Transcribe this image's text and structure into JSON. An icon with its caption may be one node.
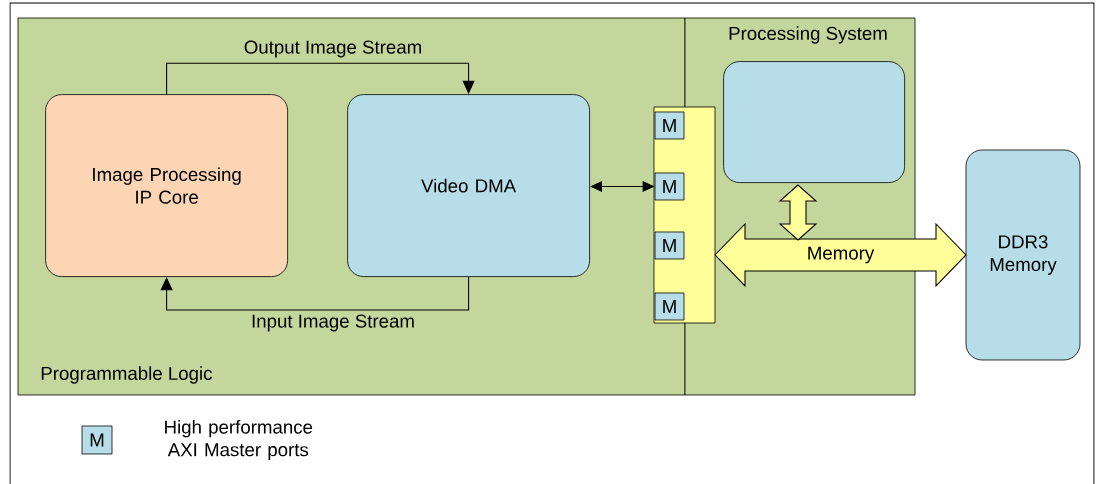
{
  "diagram": {
    "nodes": [
      {
        "text": [
          "Programmable Logic"
        ]
      },
      {
        "text": [
          "Processing System"
        ]
      },
      {
        "text": [
          "Image Processing IP Core"
        ],
        "in": 0
      },
      {
        "text": [
          "Video DMA"
        ],
        "in": 0
      },
      {
        "text": [
          "M"
        ]
      },
      {
        "text": [
          "M"
        ]
      },
      {
        "text": [
          "M"
        ]
      },
      {
        "text": [
          "M"
        ]
      },
      {
        "text": [],
        "shape": "bar"
      },
      {
        "text": [],
        "shape": "box",
        "in": 1
      },
      {
        "text": [
          "DDR3 Memory"
        ]
      }
    ],
    "edges": [
      {
        "from": 2,
        "to": 3,
        "arrow": "to",
        "label": "Output Image Stream"
      },
      {
        "from": 3,
        "to": 2,
        "arrow": "to",
        "label": "Input Image Stream"
      },
      {
        "from": 3,
        "to": 5,
        "arrow": "both"
      },
      {
        "from": 8,
        "to": 10,
        "arrow": "both",
        "label": "Memory",
        "style": "thick"
      },
      {
        "from": 9,
        "to": null,
        "arrow": "both",
        "style": "thick"
      }
    ],
    "labels": [
      "M"
    ],
    "legend": [
      {
        "text": "High performance AXI Master ports",
        "color": "#b7dee8"
      }
    ]
  }
}
